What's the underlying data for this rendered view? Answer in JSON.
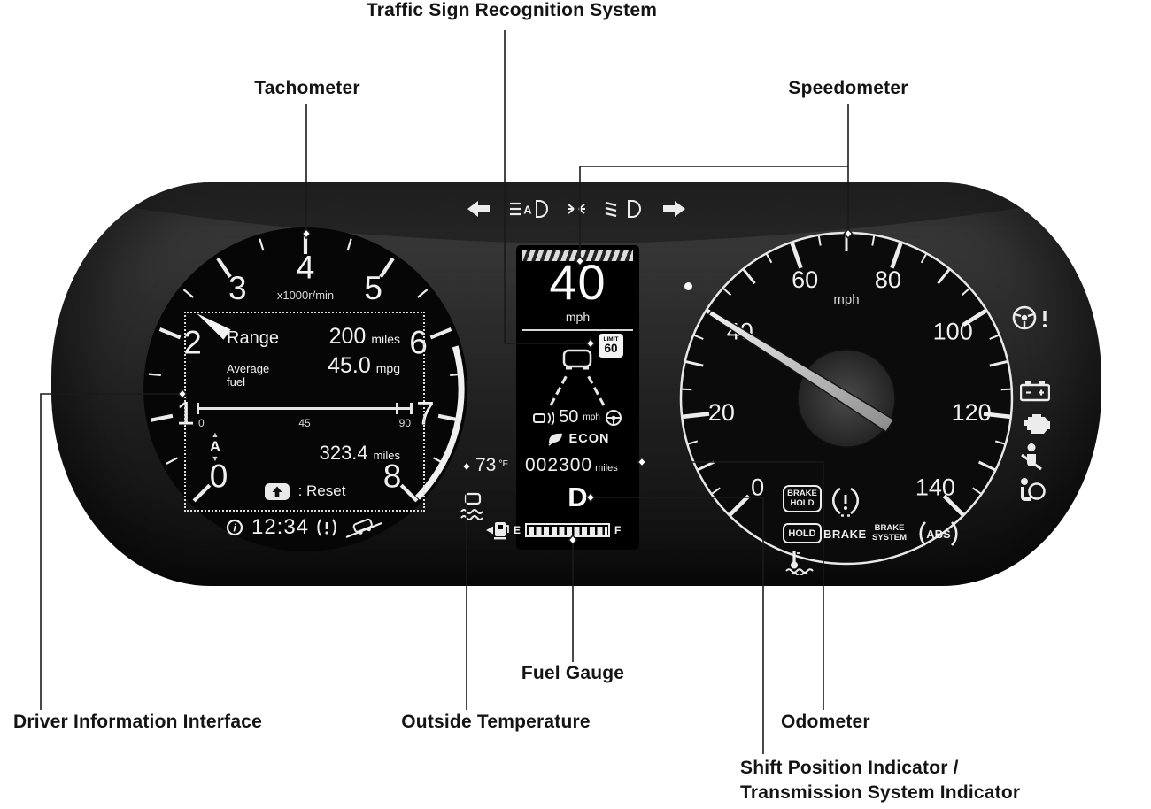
{
  "callouts": {
    "traffic_sign": "Traffic Sign Recognition System",
    "tachometer": "Tachometer",
    "speedometer": "Speedometer",
    "driver_info": "Driver Information Interface",
    "outside_temp": "Outside Temperature",
    "fuel_gauge": "Fuel Gauge",
    "odometer": "Odometer",
    "shift_position_line1": "Shift Position Indicator /",
    "shift_position_line2": "Transmission System Indicator"
  },
  "cluster": {
    "tachometer": {
      "numbers": [
        "0",
        "1",
        "2",
        "3",
        "4",
        "5",
        "6",
        "7",
        "8"
      ],
      "unit_label": "x1000r/min"
    },
    "speedometer": {
      "numbers": [
        "0",
        "20",
        "40",
        "60",
        "80",
        "100",
        "120",
        "140"
      ],
      "unit_label": "mph"
    },
    "driver_info": {
      "range_label": "Range",
      "range_value": "200",
      "range_unit": "miles",
      "avg_fuel_label_line1": "Average",
      "avg_fuel_label_line2": "fuel",
      "avg_fuel_value": "45.0",
      "avg_fuel_unit": "mpg",
      "scale_ticks": [
        "0",
        "45",
        "90"
      ],
      "trip_selector": "A",
      "trip_value": "323.4",
      "trip_unit": "miles",
      "reset_label": ": Reset",
      "clock": "12:34"
    },
    "center_display": {
      "speed_value": "40",
      "speed_unit": "mph",
      "limit_label": "LIMIT",
      "limit_value": "60",
      "set_speed_value": "50",
      "set_speed_unit": "mph",
      "econ_label": "ECON",
      "temp_value": "73",
      "temp_unit": "°F",
      "odometer_value": "002300",
      "odometer_unit": "miles",
      "shift_position": "D",
      "fuel_empty_label": "E",
      "fuel_full_label": "F"
    },
    "indicator_labels": {
      "brake_hold_line1": "BRAKE",
      "brake_hold_line2": "HOLD",
      "hold": "HOLD",
      "brake": "BRAKE",
      "brake_system_line1": "BRAKE",
      "brake_system_line2": "SYSTEM",
      "abs": "ABS"
    },
    "icon_glyphs": {
      "trip_up": "▲",
      "trip_down": "▼",
      "info_i": "i",
      "warning": "!"
    }
  },
  "colors": {
    "callout_text": "#141414",
    "cluster_top": "#3e3e3e",
    "cluster_bottom": "#101010",
    "display_bg": "#000000",
    "illumination_white": "#ececec"
  }
}
